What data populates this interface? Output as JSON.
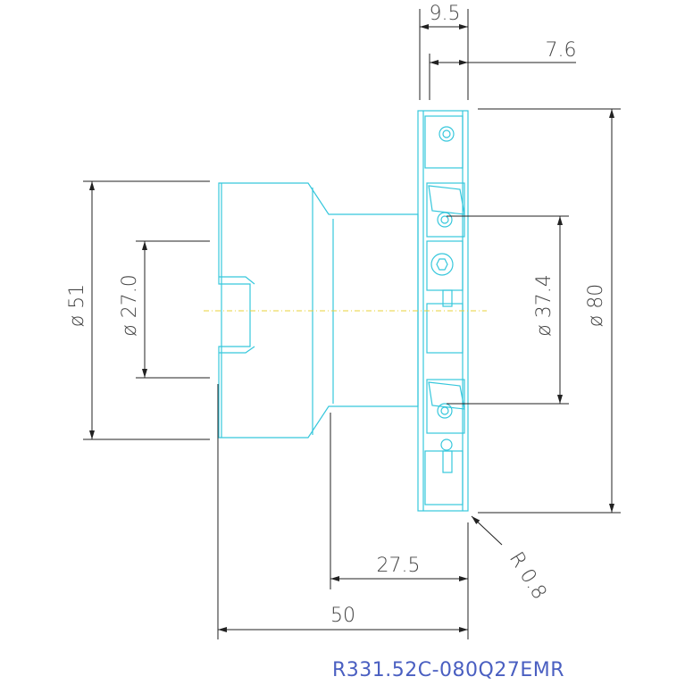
{
  "drawing": {
    "dimensions": {
      "width_top": "9.5",
      "insert_width": "7.6",
      "dia_80": "ø 80",
      "dia_37_4": "ø 37.4",
      "dia_51": "ø 51",
      "dia_27_0": "ø 27.0",
      "len_27_5": "27.5",
      "len_50": "50",
      "radius": "R 0.8"
    },
    "caption": "R331.52C-080Q27EMR"
  },
  "colors": {
    "outline": "#36c7dc",
    "dimension": "#222222",
    "centerline": "#e8d13a",
    "caption": "#4a5fc1"
  }
}
